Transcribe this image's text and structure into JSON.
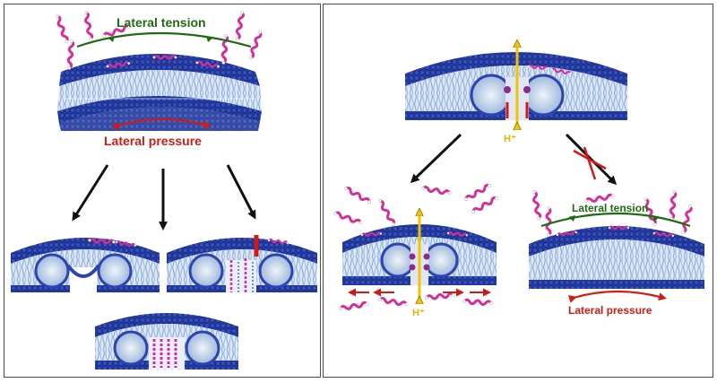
{
  "labels": {
    "lateral_tension": "Lateral tension",
    "lateral_pressure": "Lateral pressure",
    "proton": "H⁺"
  },
  "colors": {
    "head_dark": "#1e2f8f",
    "head_mid": "#2d44b0",
    "tail_light": "#cfe1f2",
    "peptide": "#d62d9a",
    "tension_green": "#1f6b12",
    "pressure_red": "#d11a14",
    "proton_yellow": "#f2c300",
    "arrow_black": "#111111"
  }
}
